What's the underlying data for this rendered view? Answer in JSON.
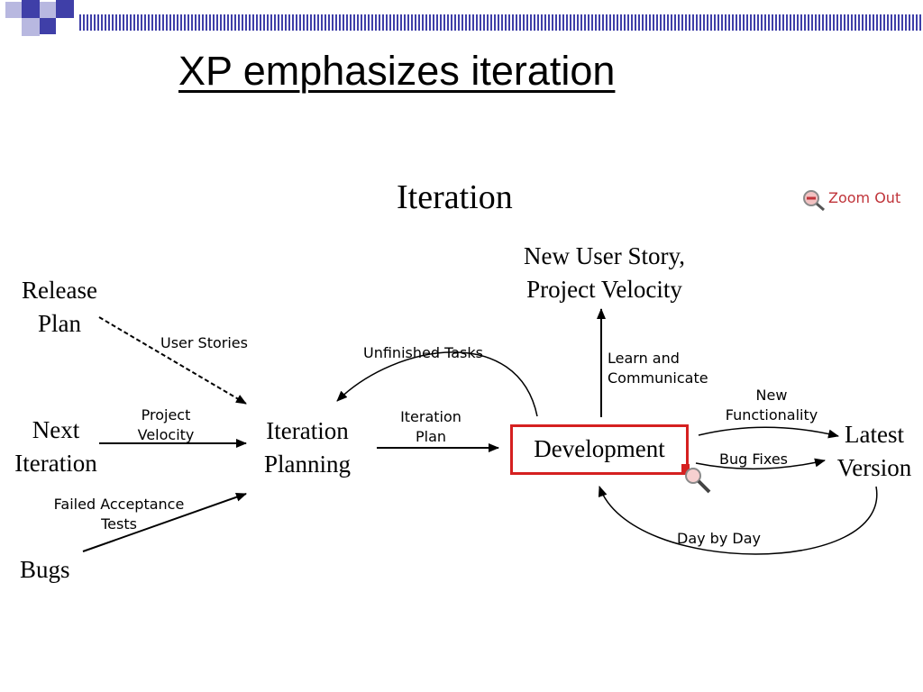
{
  "slide": {
    "title": "XP emphasizes iteration"
  },
  "diagram": {
    "title": "Iteration",
    "zoom_label": "Zoom Out",
    "nodes": {
      "release_plan": [
        "Release",
        "Plan"
      ],
      "next_iteration": [
        "Next",
        "Iteration"
      ],
      "bugs": "Bugs",
      "iteration_planning": [
        "Iteration",
        "Planning"
      ],
      "development": "Development",
      "new_user_story": [
        "New User Story,",
        "Project Velocity"
      ],
      "latest_version": [
        "Latest",
        "Version"
      ]
    },
    "edge_labels": {
      "user_stories": "User Stories",
      "project_velocity": [
        "Project",
        "Velocity"
      ],
      "failed_acceptance_tests": [
        "Failed Acceptance",
        "Tests"
      ],
      "unfinished_tasks": "Unfinished Tasks",
      "iteration_plan": [
        "Iteration",
        "Plan"
      ],
      "learn_and_communicate": [
        "Learn and",
        "Communicate"
      ],
      "new_functionality": [
        "New",
        "Functionality"
      ],
      "bug_fixes": "Bug Fixes",
      "day_by_day": "Day by Day"
    }
  },
  "colors": {
    "header_blue": "#3f3fa8",
    "header_light": "#b8b8e0",
    "highlight_red": "#d52020",
    "zoom_red": "#c0343a"
  },
  "icons": [
    "zoom-out-icon",
    "magnifier-icon"
  ]
}
